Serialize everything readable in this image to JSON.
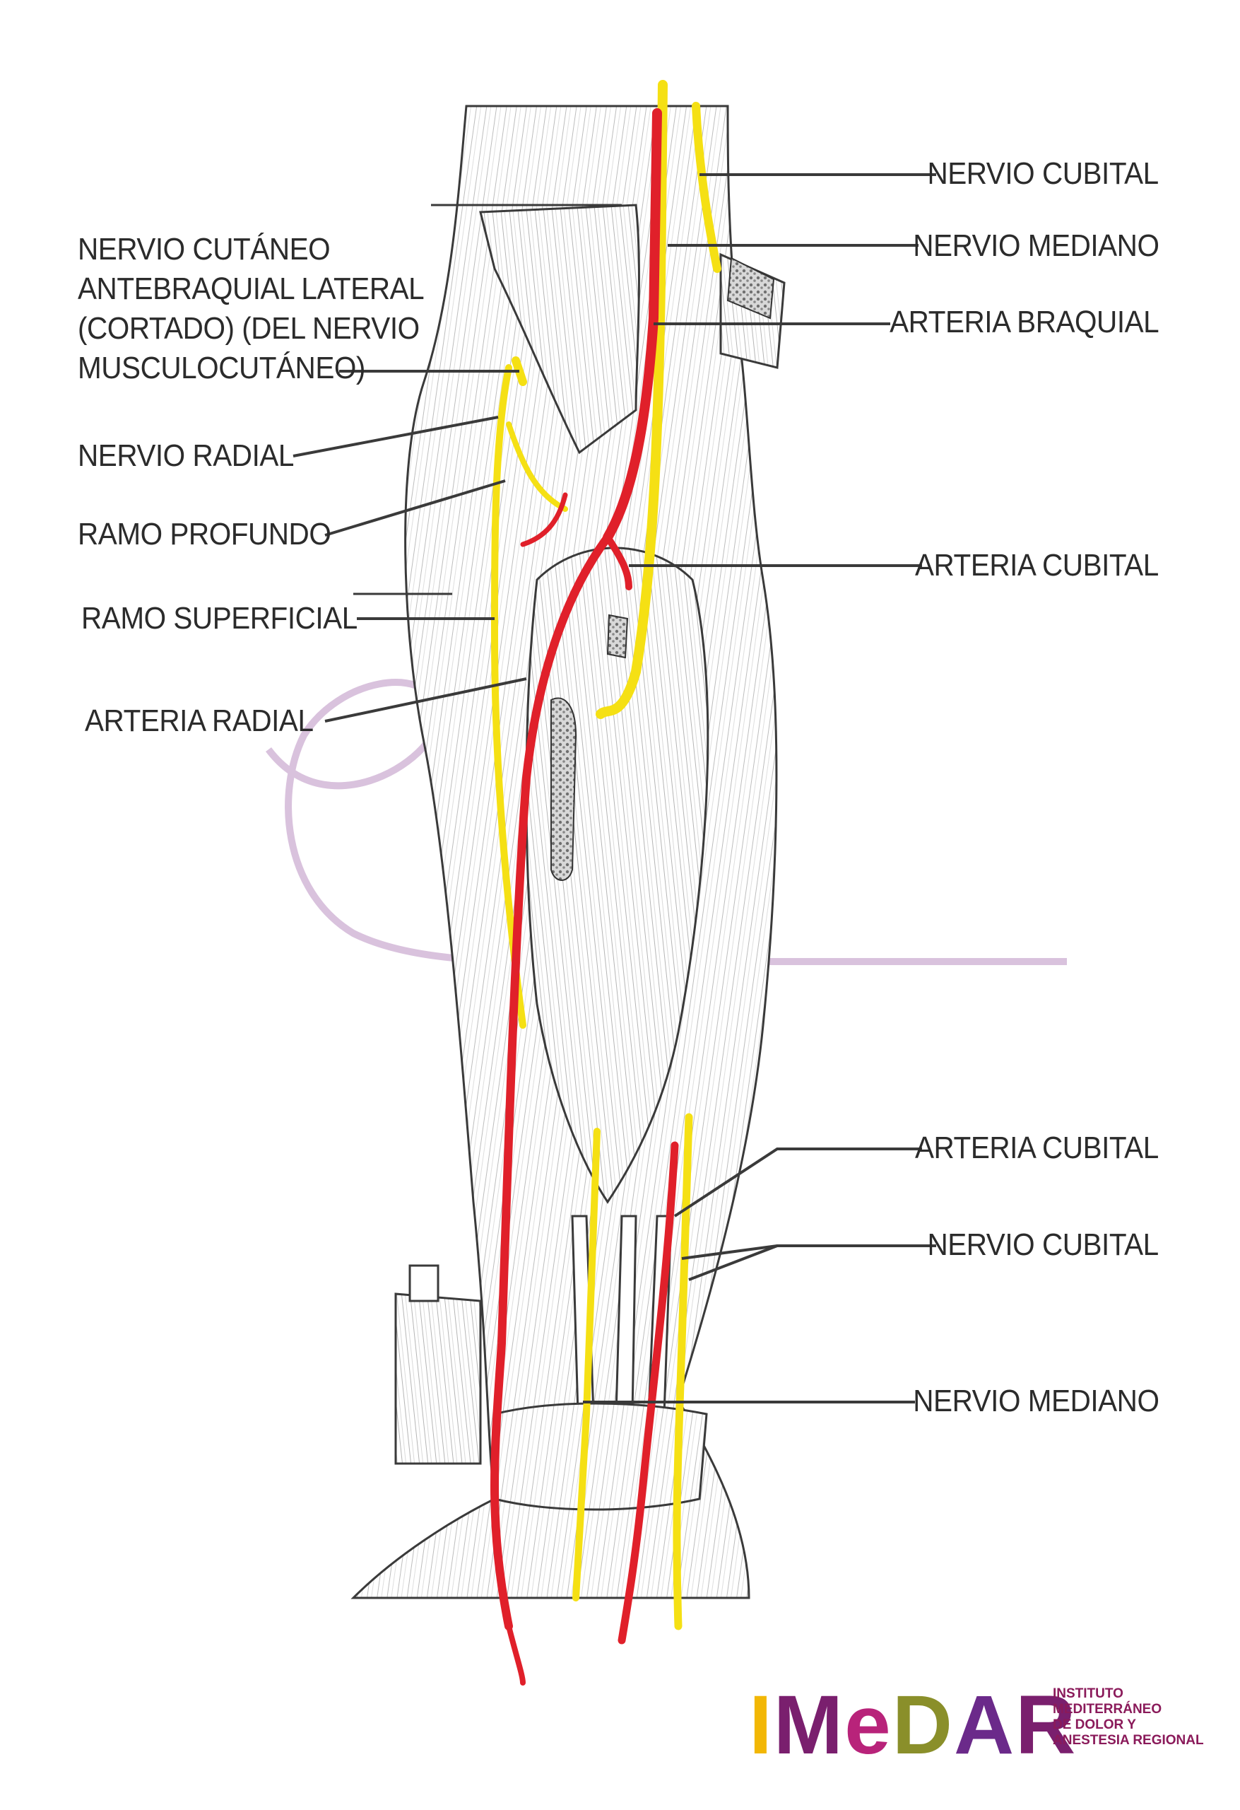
{
  "labels": {
    "right": [
      {
        "id": "nervio-cubital-top",
        "text": "NERVIO CUBITAL"
      },
      {
        "id": "nervio-mediano-top",
        "text": "NERVIO MEDIANO"
      },
      {
        "id": "arteria-braquial",
        "text": "ARTERIA BRAQUIAL"
      },
      {
        "id": "arteria-cubital-mid",
        "text": "ARTERIA CUBITAL"
      },
      {
        "id": "arteria-cubital-low",
        "text": "ARTERIA CUBITAL"
      },
      {
        "id": "nervio-cubital-low",
        "text": "NERVIO CUBITAL"
      },
      {
        "id": "nervio-mediano-low",
        "text": "NERVIO MEDIANO"
      }
    ],
    "left": [
      {
        "id": "nervio-cutaneo",
        "text": "NERVIO CUTÁNEO\nANTEBRAQUIAL LATERAL\n(CORTADO) (DEL NERVIO\nMUSCULOCUTÁNEO)"
      },
      {
        "id": "nervio-radial",
        "text": "NERVIO RADIAL"
      },
      {
        "id": "ramo-profundo",
        "text": "RAMO PROFUNDO"
      },
      {
        "id": "ramo-superficial",
        "text": "RAMO SUPERFICIAL"
      },
      {
        "id": "arteria-radial",
        "text": "ARTERIA RADIAL"
      }
    ]
  },
  "logo": {
    "letters": [
      {
        "char": "I",
        "color": "#f2b705"
      },
      {
        "char": "M",
        "color": "#7a1f6e"
      },
      {
        "char": "e",
        "color": "#b8237a"
      },
      {
        "char": "D",
        "color": "#8a8f2a"
      },
      {
        "char": "A",
        "color": "#6b2a8a"
      },
      {
        "char": "R",
        "color": "#7a1f6e"
      }
    ],
    "subtitle": "INSTITUTO\nMEDITERRÁNEO\nDE DOLOR Y\nANESTESIA REGIONAL"
  },
  "colors": {
    "artery": "#e0202a",
    "nerve": "#f5e014",
    "nerve_outline": "#c9a800",
    "leader": "#3a3a3a",
    "watermark": "#d9c2dd",
    "muscle_line": "#9a9a9a"
  }
}
